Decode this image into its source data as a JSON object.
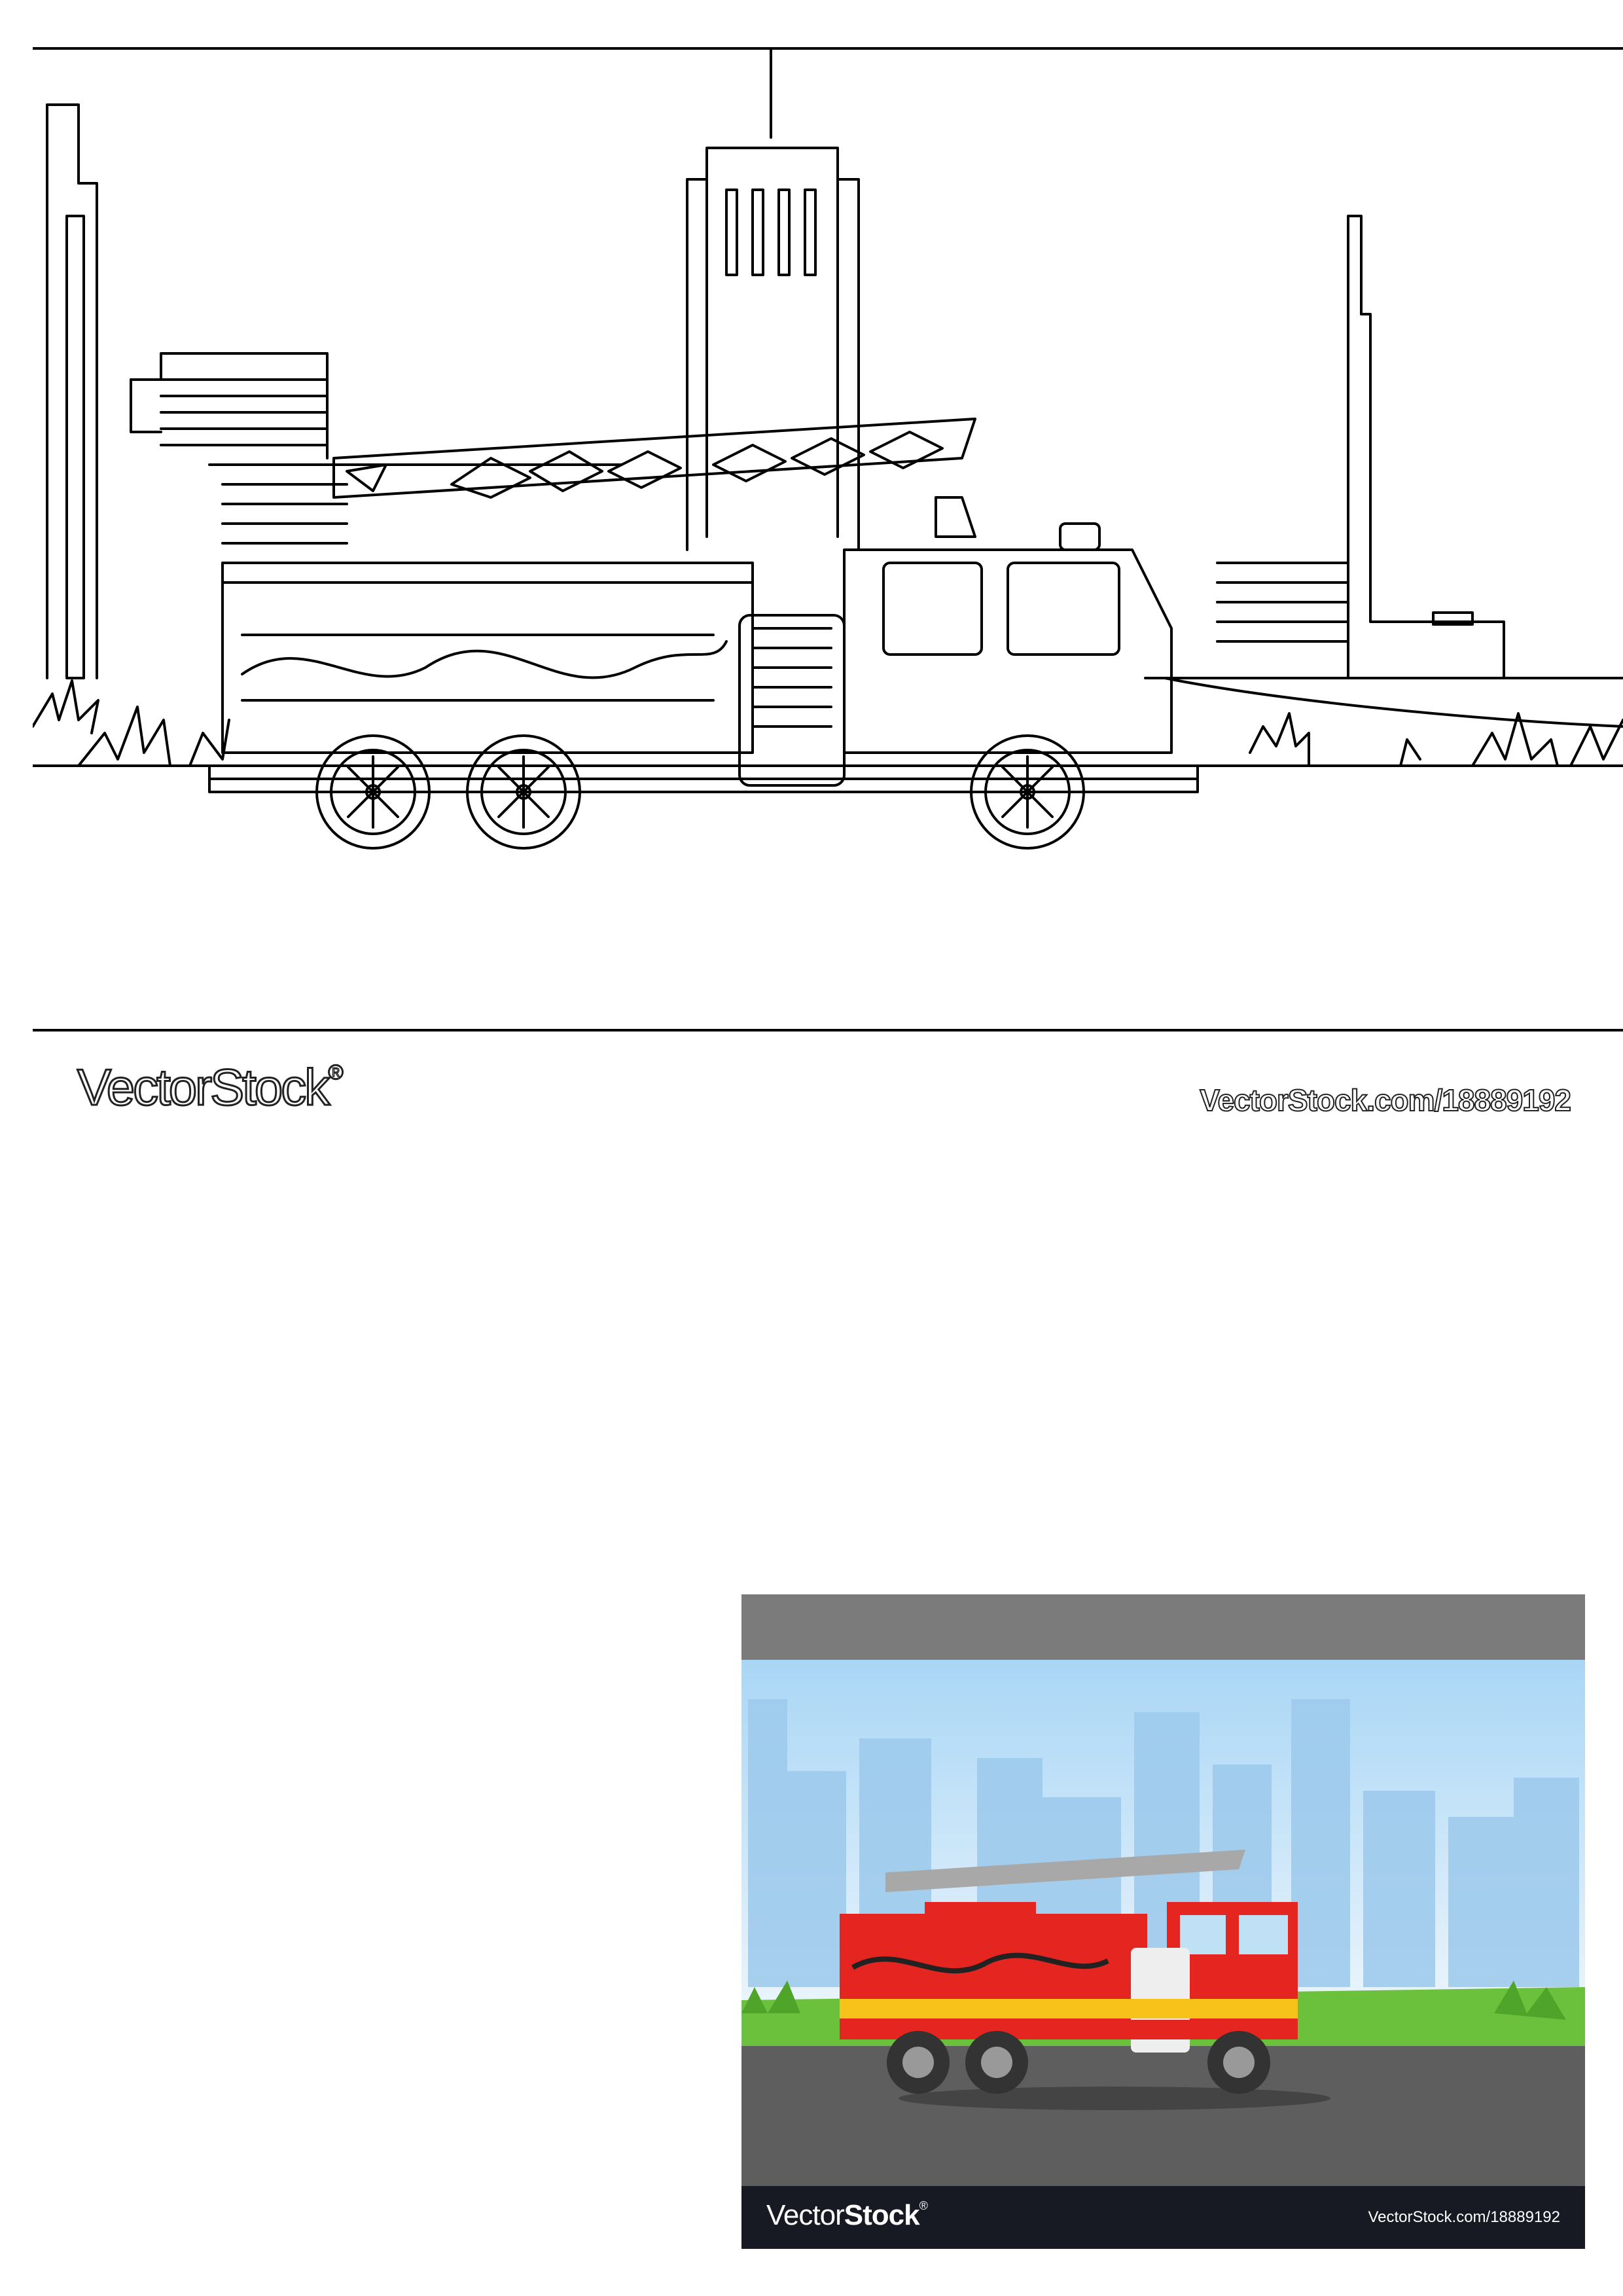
{
  "sheet": {
    "brand_name": "VectorStock",
    "brand_mark": "®",
    "image_id": "VectorStock.com/18889192"
  },
  "preview": {
    "brand_light": "Vector",
    "brand_bold": "Stock",
    "brand_mark": "®",
    "image_id": "VectorStock.com/18889192"
  },
  "colors": {
    "outline": "#000000",
    "truck_red": "#e52620",
    "truck_stripe": "#f7c21a",
    "sky": "#cfe6f7",
    "grass": "#6cc13c",
    "road": "#5e5e5e",
    "ladder": "#a8a8a8"
  },
  "icons": {
    "outline_art": "fire-truck-coloring-outline",
    "preview_art": "colored-fire-truck-city-illustration"
  }
}
